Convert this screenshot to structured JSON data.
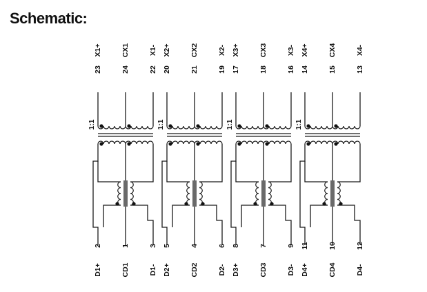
{
  "title": "Schematic:",
  "ratio_label": "1:1",
  "channels": [
    {
      "top_pins": [
        {
          "name": "X1+",
          "num": "23"
        },
        {
          "name": "CX1",
          "num": "24"
        },
        {
          "name": "X1-",
          "num": "22"
        }
      ],
      "bottom_pins": [
        {
          "name": "D1+",
          "num": "2"
        },
        {
          "name": "CD1",
          "num": "1"
        },
        {
          "name": "D1-",
          "num": "3"
        }
      ]
    },
    {
      "top_pins": [
        {
          "name": "X2+",
          "num": "20"
        },
        {
          "name": "CX2",
          "num": "21"
        },
        {
          "name": "X2-",
          "num": "19"
        }
      ],
      "bottom_pins": [
        {
          "name": "D2+",
          "num": "5"
        },
        {
          "name": "CD2",
          "num": "4"
        },
        {
          "name": "D2-",
          "num": "6"
        }
      ]
    },
    {
      "top_pins": [
        {
          "name": "X3+",
          "num": "17"
        },
        {
          "name": "CX3",
          "num": "18"
        },
        {
          "name": "X3-",
          "num": "16"
        }
      ],
      "bottom_pins": [
        {
          "name": "D3+",
          "num": "8"
        },
        {
          "name": "CD3",
          "num": "7"
        },
        {
          "name": "D3-",
          "num": "9"
        }
      ]
    },
    {
      "top_pins": [
        {
          "name": "X4+",
          "num": "14"
        },
        {
          "name": "CX4",
          "num": "15"
        },
        {
          "name": "X4-",
          "num": "13"
        }
      ],
      "bottom_pins": [
        {
          "name": "D4+",
          "num": "11"
        },
        {
          "name": "CD4",
          "num": "10"
        },
        {
          "name": "D4-",
          "num": "12"
        }
      ]
    }
  ]
}
